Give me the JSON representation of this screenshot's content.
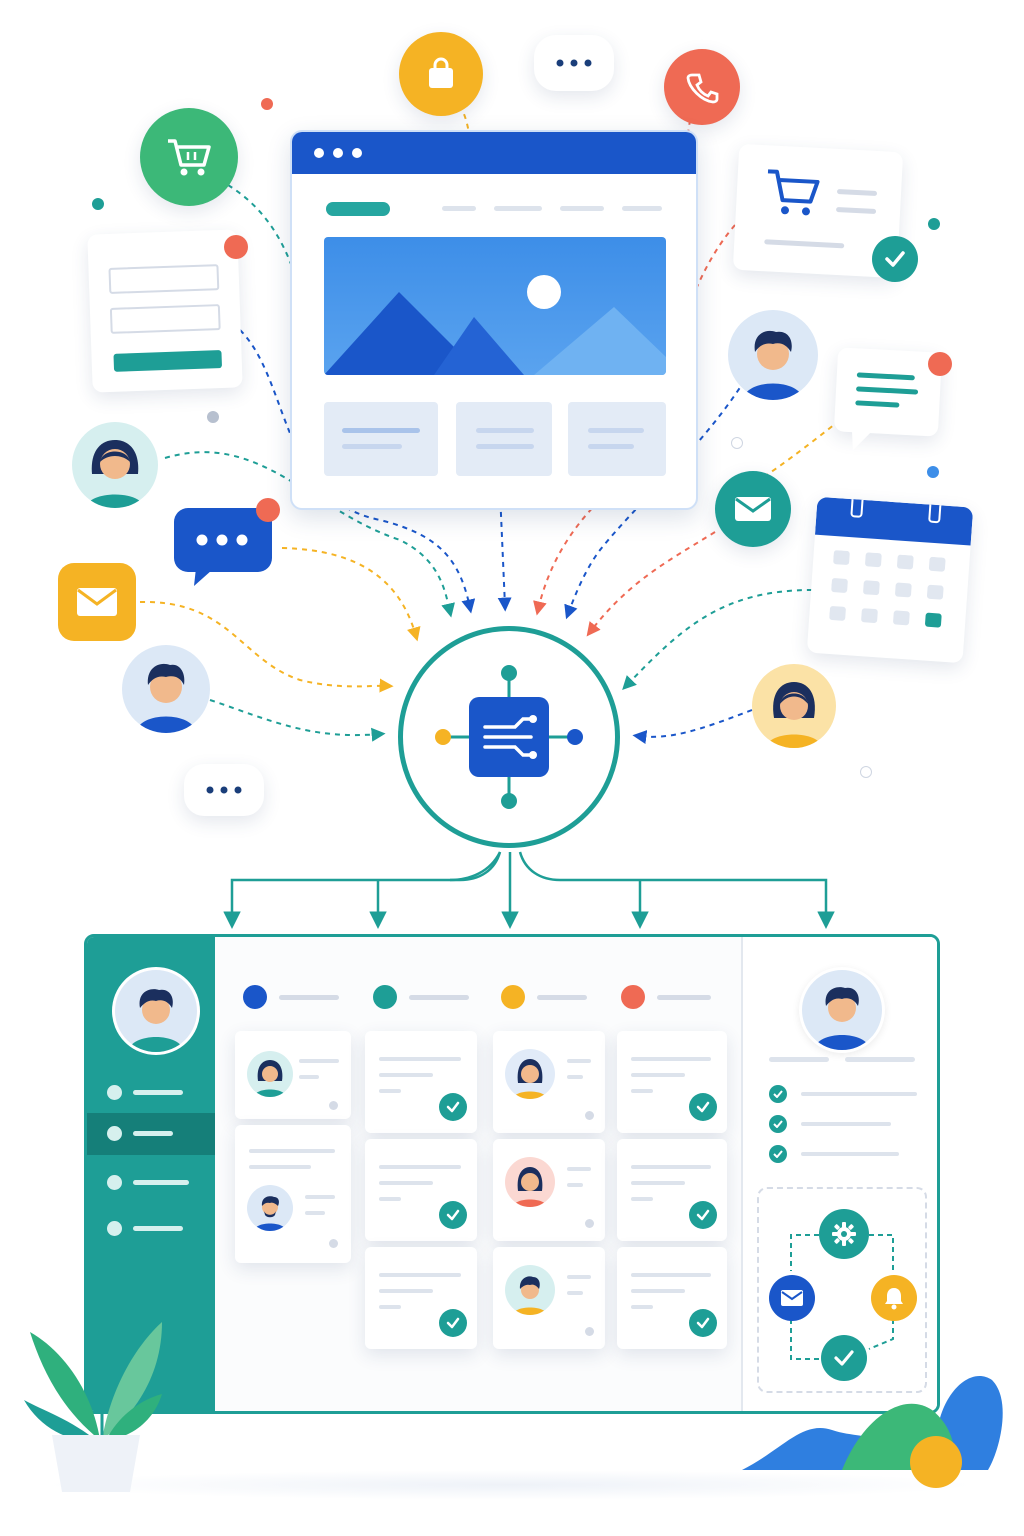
{
  "colors": {
    "primary_blue": "#1a56c9",
    "teal": "#1e9e96",
    "green": "#3cb878",
    "yellow": "#f5b324",
    "red": "#ef6a54",
    "light_blue": "#e8effa",
    "line_gray": "#d5dbe6"
  },
  "top_icons": [
    "shopping-bag-icon",
    "chat-bubble-icon",
    "phone-icon",
    "shopping-cart-icon"
  ],
  "sources_left": [
    "signup-form",
    "female-avatar",
    "chat-bubble",
    "email",
    "male-avatar",
    "typing-bubble"
  ],
  "sources_right": [
    "cart-checkout-card",
    "male-avatar",
    "message-card",
    "email",
    "calendar",
    "female-avatar"
  ],
  "hub": {
    "icon": "integration-chip-icon"
  },
  "dashboard": {
    "sidebar_items": 4,
    "active_sidebar_item": 2,
    "kanban_columns": [
      {
        "color": "#1a56c9"
      },
      {
        "color": "#1e9e96"
      },
      {
        "color": "#f5b324"
      },
      {
        "color": "#ef6a54"
      }
    ],
    "right_panel_checklist_items": 3,
    "workflow_nodes": [
      "gear-icon",
      "mail-icon",
      "bell-icon",
      "check-icon"
    ]
  }
}
